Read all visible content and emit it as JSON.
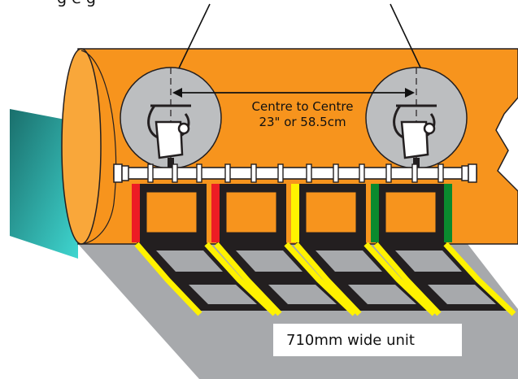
{
  "labels": {
    "top_callout": "g  e  g",
    "centre_line1": "Centre to Centre",
    "centre_line2": "23\" or 58.5cm",
    "unit_width": "710mm wide unit"
  },
  "colors": {
    "pipe_orange": "#f7941d",
    "pipe_end": "#f9a73a",
    "ground_grey": "#a7a9ac",
    "teal_dark": "#1a6f6c",
    "teal_light": "#2ec4c0",
    "frame_black": "#231f20",
    "stripe_yellow": "#fff200",
    "marker_red": "#ed1c24",
    "marker_yellow": "#fff200",
    "marker_green": "#0a8a2e",
    "gauge_grey": "#bcbec0"
  },
  "segment_markers": [
    "red",
    "red",
    "yellow",
    "green"
  ],
  "trailing_marker": "green"
}
